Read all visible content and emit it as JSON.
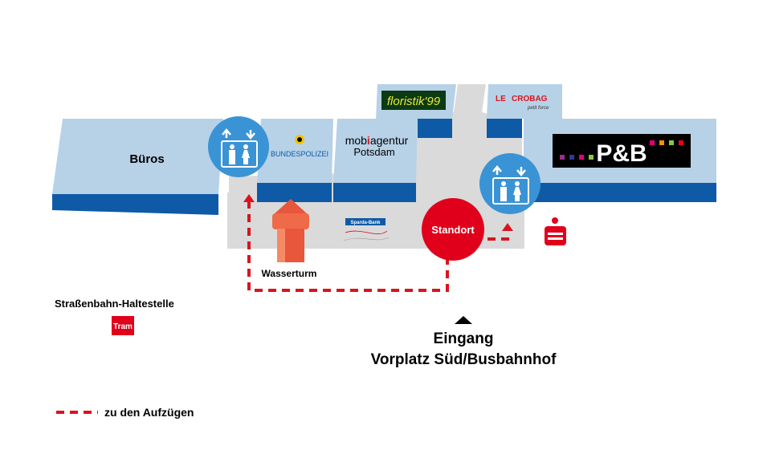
{
  "map": {
    "buildings": {
      "bueros": "Büros",
      "bundespolizei": "BUNDESPOLIZEI",
      "mobiagentur_line1_a": "mob",
      "mobiagentur_line1_b": "i",
      "mobiagentur_line1_c": "agentur",
      "mobiagentur_line2": "Potsdam",
      "floristik": "floristik'99",
      "crobag_le": "LE",
      "crobag_name": "CROBAG",
      "crobag_sub": "petit force",
      "pb": "P&B",
      "sparda": "Sparda-Bank"
    },
    "current_location": "Standort",
    "wasserturm": "Wasserturm",
    "tram_stop": {
      "label": "Straßenbahn-Haltestelle",
      "badge": "Tram"
    },
    "entrance": {
      "line1": "Eingang",
      "line2": "Vorplatz Süd/Busbahnhof"
    },
    "legend": {
      "dashed_route": "zu den Aufzügen"
    },
    "icons": [
      "elevator-icon",
      "police-eagle-icon",
      "sparkasse-icon",
      "up-arrow-icon"
    ],
    "colors": {
      "building_top": "#b7d1e7",
      "building_front": "#0f5aa6",
      "floor": "#d9d9d9",
      "route_red": "#d9141e",
      "elevator_circle": "#3a93d5",
      "standort_red": "#e0001b",
      "tram_red": "#e0001b"
    }
  }
}
